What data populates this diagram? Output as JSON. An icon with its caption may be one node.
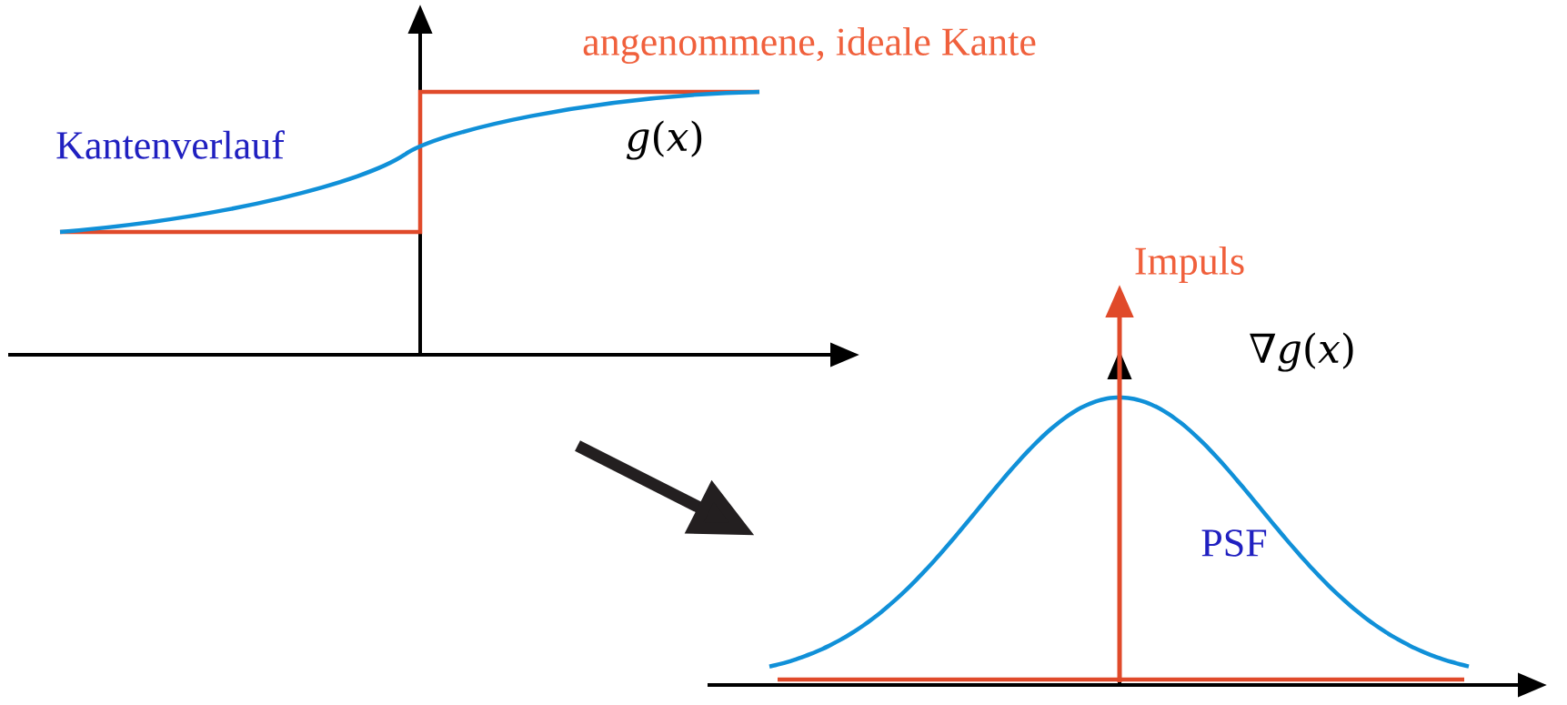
{
  "diagram": {
    "nodes": [
      {
        "text": [],
        "shape": "picture"
      },
      {
        "text": [],
        "shape": "picture"
      }
    ],
    "edges": [
      {
        "from": 0,
        "to": 1,
        "arrow": "to"
      }
    ],
    "labels": [
      "angenommene, ideale Kante",
      "Kantenverlauf",
      "*g*(*x*)",
      "Impuls",
      "∇*g*(*x*)",
      "PSF"
    ]
  }
}
